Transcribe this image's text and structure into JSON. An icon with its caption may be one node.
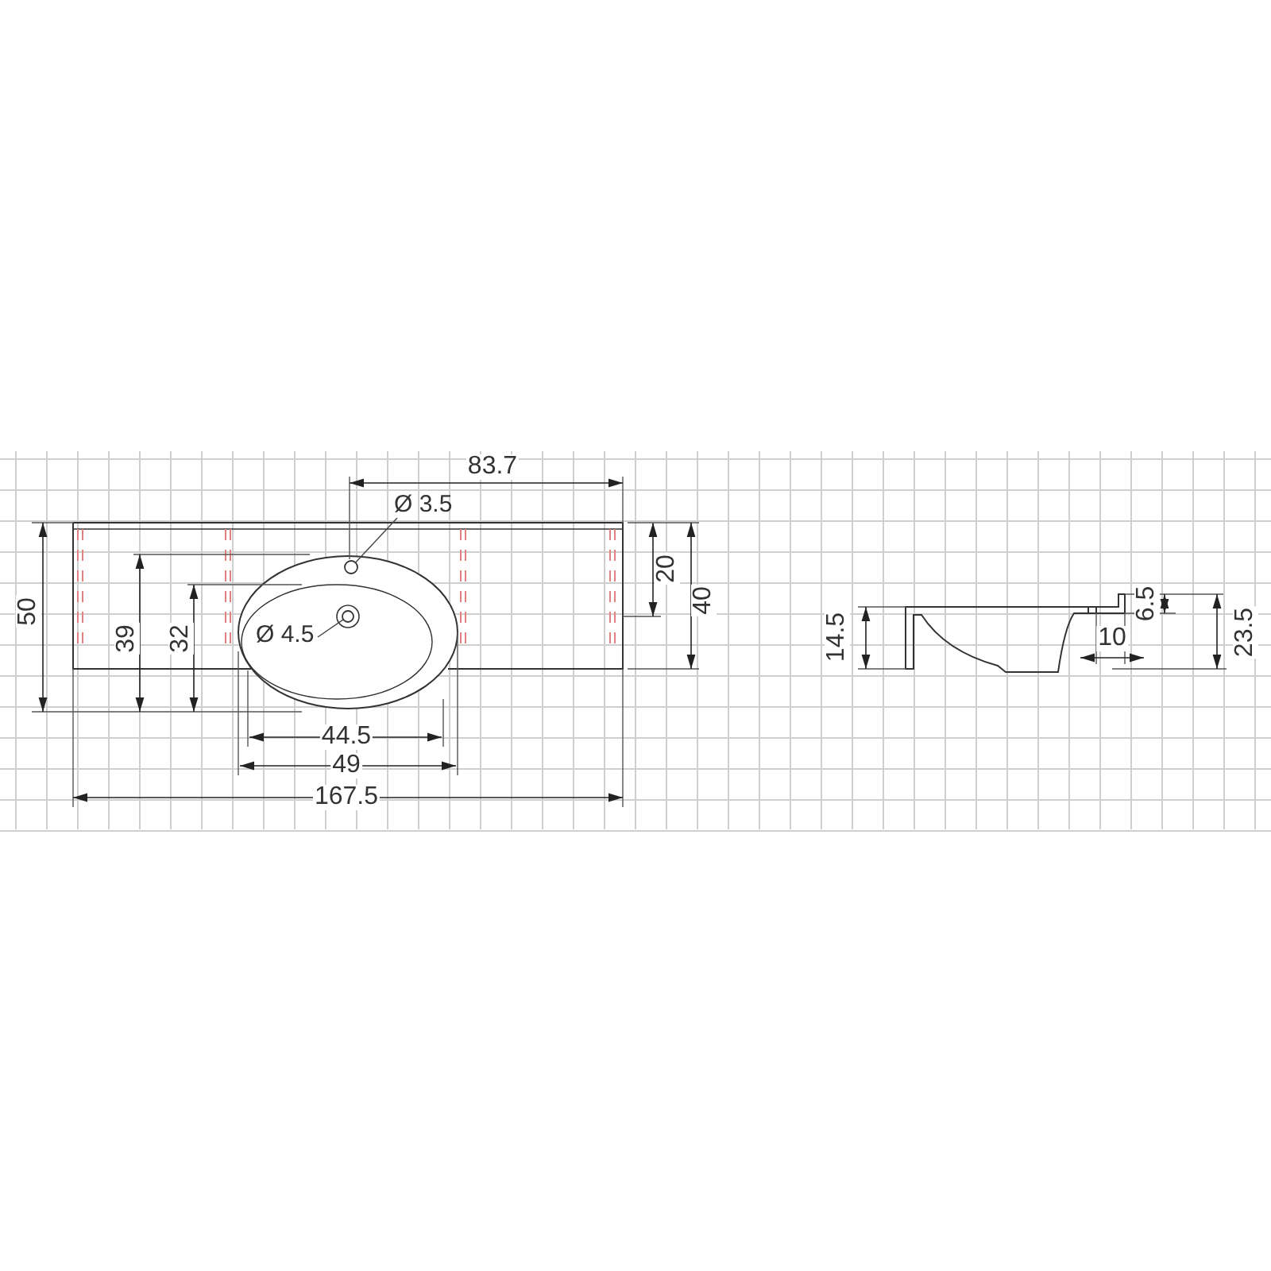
{
  "diagram": {
    "nodes": [
      {
        "text": [
          "Ø 3.5"
        ]
      },
      {
        "text": [],
        "shape": "circle"
      },
      {
        "text": [
          "Ø 4.5"
        ]
      },
      {
        "text": [],
        "shape": "circle"
      }
    ],
    "edges": [
      {
        "from": 0,
        "to": 1,
        "arrow": "none"
      },
      {
        "from": 2,
        "to": 3,
        "arrow": "none"
      }
    ],
    "labels": [
      "83.7",
      "50",
      "39",
      "32",
      "20",
      "40",
      "44.5",
      "49",
      "167.5",
      "14.5",
      "6.5",
      "10",
      "23.5"
    ]
  }
}
